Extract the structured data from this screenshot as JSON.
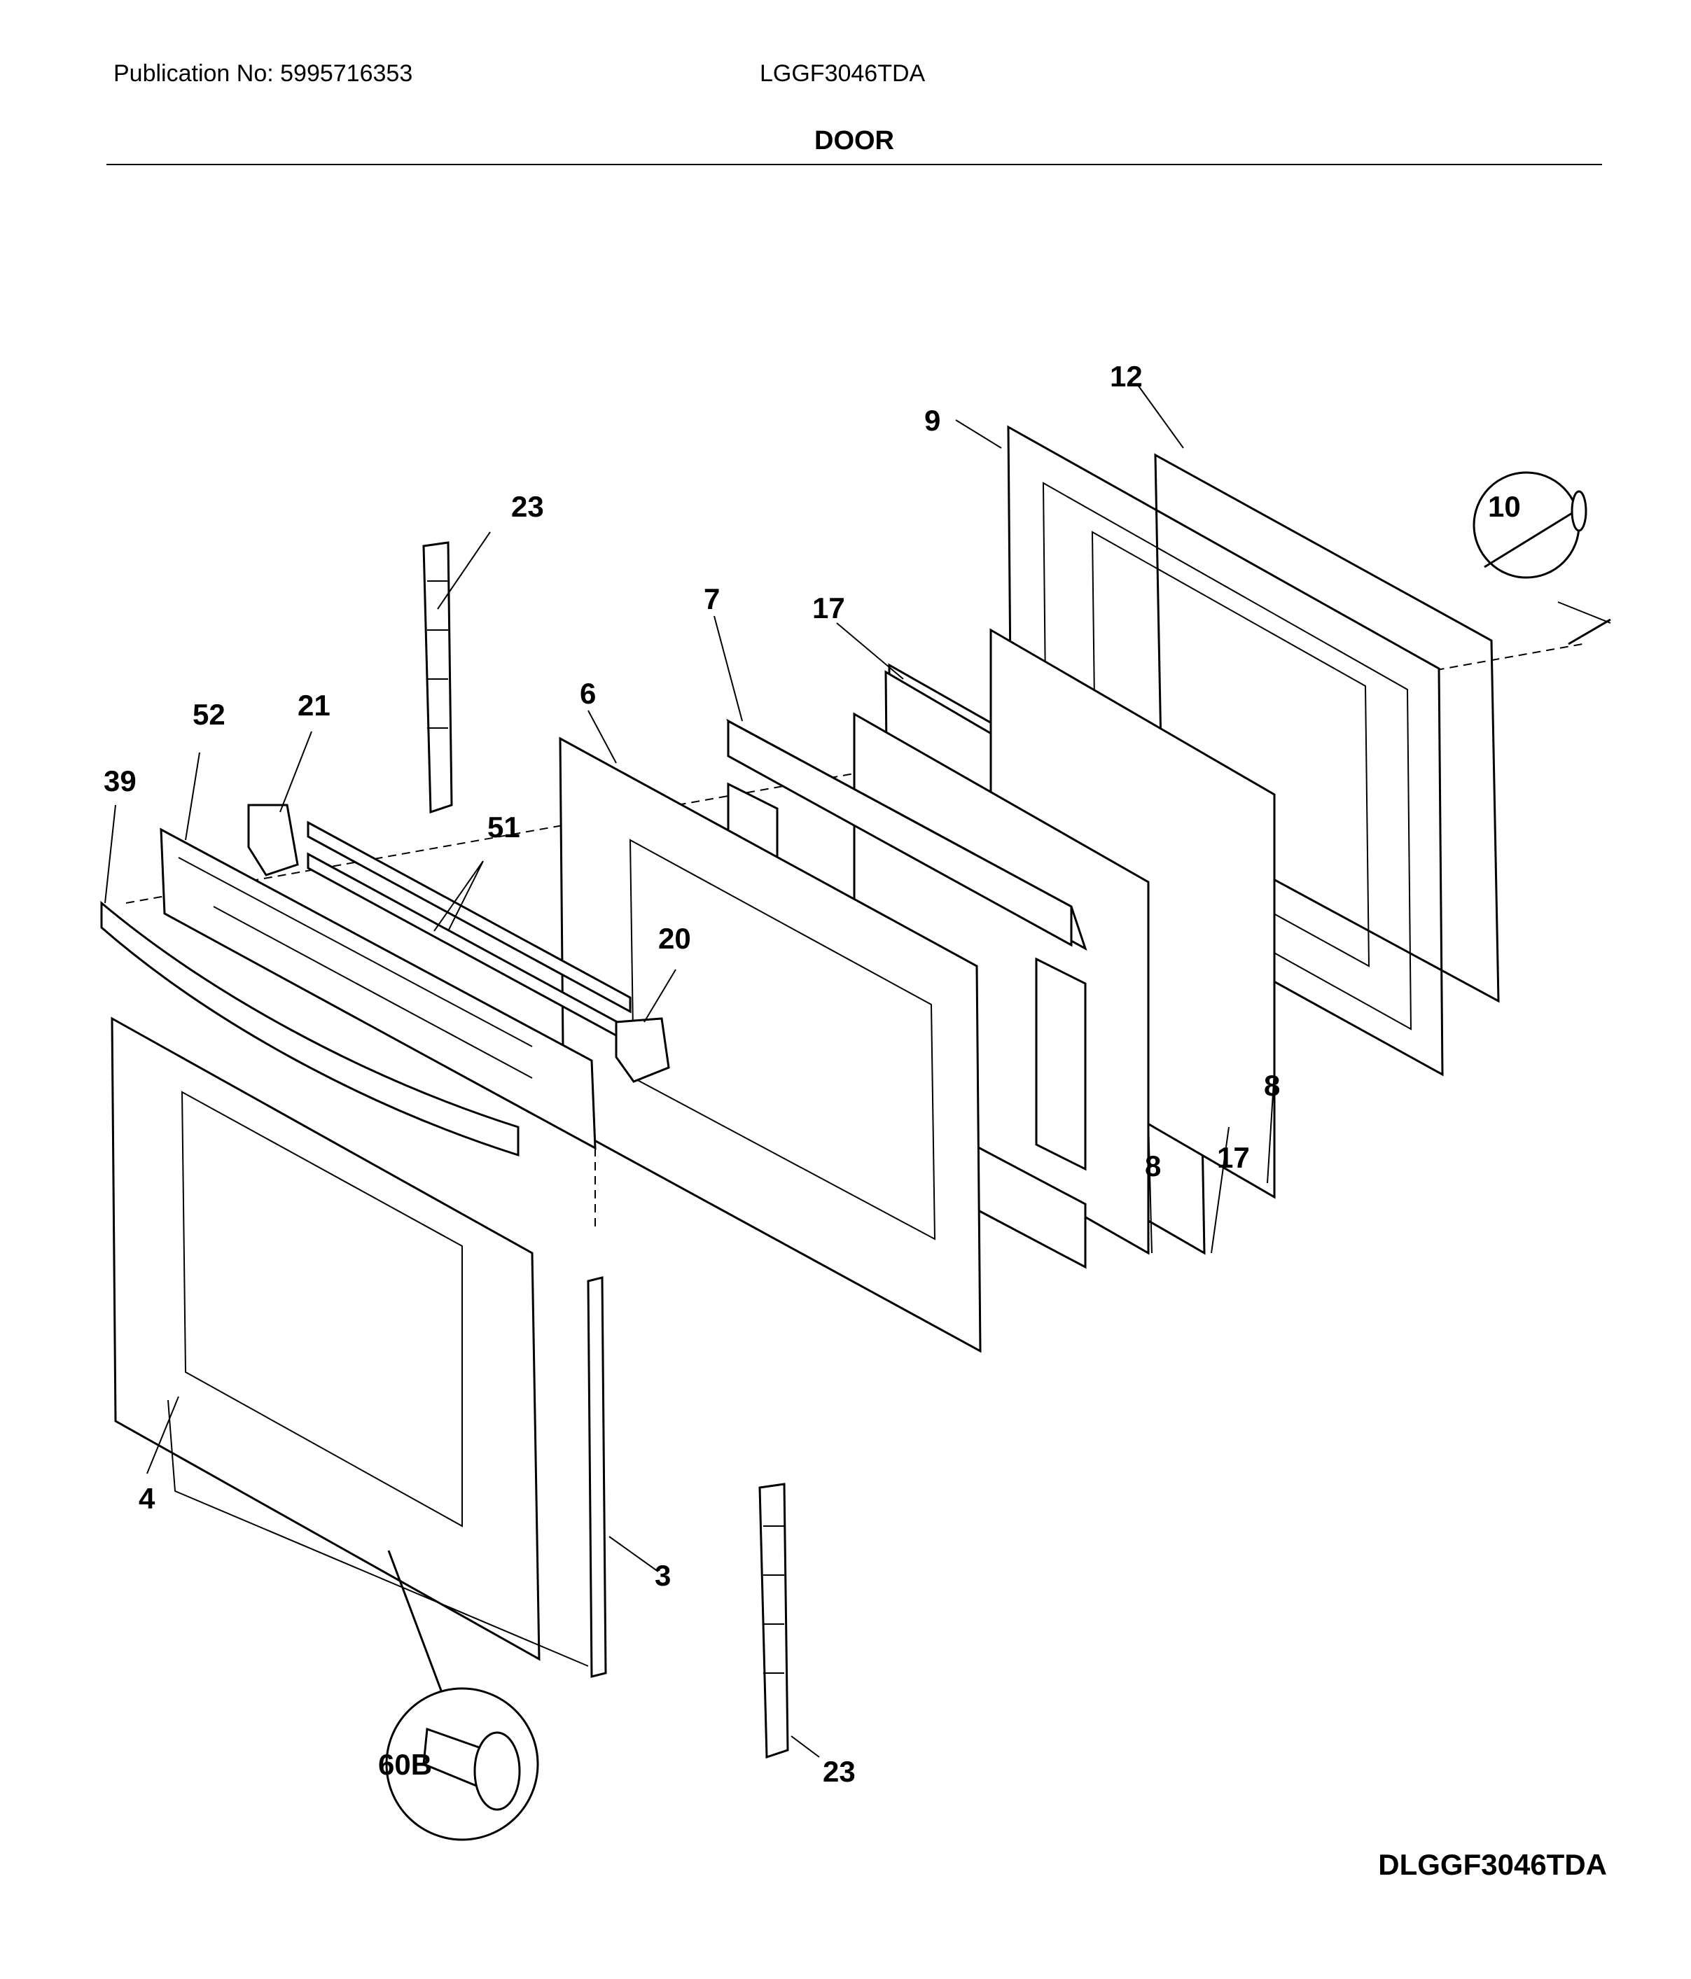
{
  "header": {
    "publication": "Publication No: 5995716353",
    "model": "LGGF3046TDA",
    "title": "DOOR"
  },
  "footer": {
    "diagram_code": "DLGGF3046TDA"
  },
  "callouts": {
    "c12": "12",
    "c9": "9",
    "c10": "10",
    "c23_top": "23",
    "c7": "7",
    "c17_top": "17",
    "c6": "6",
    "c21": "21",
    "c52": "52",
    "c39": "39",
    "c51": "51",
    "c20": "20",
    "c8_right": "8",
    "c8_mid": "8",
    "c17_bottom": "17",
    "c4": "4",
    "c3": "3",
    "c60b": "60B",
    "c23_bottom": "23"
  }
}
